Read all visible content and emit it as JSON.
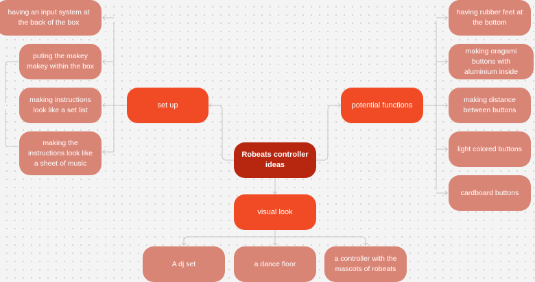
{
  "mindmap": {
    "root": {
      "label": "Robeats controller ideas"
    },
    "branches": {
      "setup": {
        "label": "set up",
        "children": [
          "having an input system at the back of the box",
          "puting the makey makey within the box",
          "making instructions look like a set list",
          "making the instructions look like a sheet of music"
        ]
      },
      "functions": {
        "label": "potential functions",
        "children": [
          "having rubber feet at the bottom",
          "making oragami buttons with aluminium inside",
          "making distance between buttons",
          "light colored buttons",
          "cardboard buttons"
        ]
      },
      "visual": {
        "label": "visual look",
        "children": [
          "A dj set",
          "a dance floor",
          "a controller with the mascots of robeats"
        ]
      }
    }
  },
  "colors": {
    "root": "#b7260f",
    "branch": "#f04b24",
    "leaf": "#d98576",
    "connector": "#c4c4c4",
    "background": "#f4f4f4"
  }
}
